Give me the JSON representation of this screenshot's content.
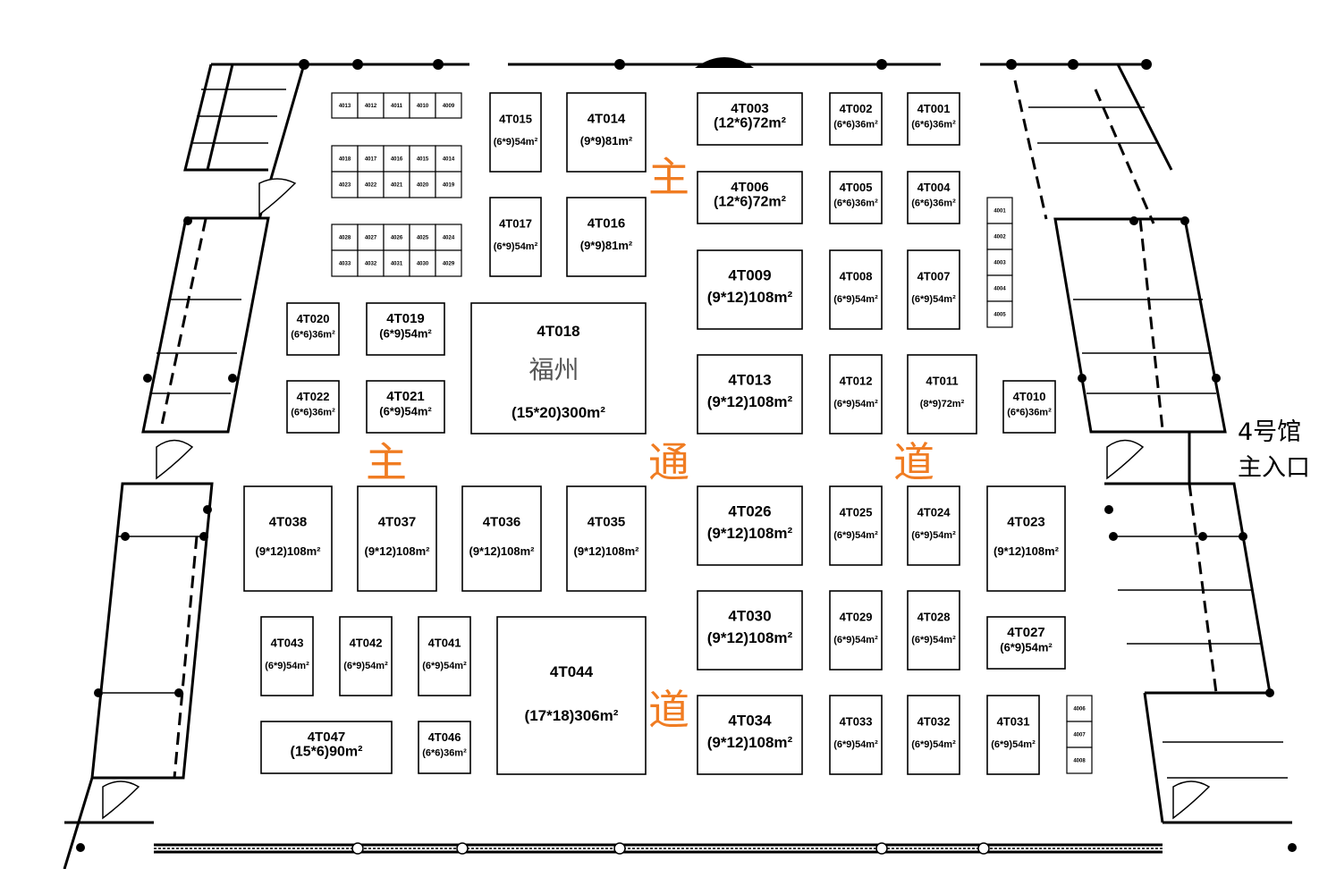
{
  "hall_label": [
    "4号馆",
    "主入口"
  ],
  "aisle_chars": [
    {
      "text": "主"
    },
    {
      "text": "主"
    },
    {
      "text": "通"
    },
    {
      "text": "道"
    },
    {
      "text": "道"
    }
  ],
  "booths": [
    {
      "id": "4T015",
      "size": "(6*9)54m²"
    },
    {
      "id": "4T014",
      "size": "(9*9)81m²"
    },
    {
      "id": "4T017",
      "size": "(6*9)54m²"
    },
    {
      "id": "4T016",
      "size": "(9*9)81m²"
    },
    {
      "id": "4T003",
      "size": "(12*6)72m²"
    },
    {
      "id": "4T002",
      "size": "(6*6)36m²"
    },
    {
      "id": "4T001",
      "size": "(6*6)36m²"
    },
    {
      "id": "4T006",
      "size": "(12*6)72m²"
    },
    {
      "id": "4T005",
      "size": "(6*6)36m²"
    },
    {
      "id": "4T004",
      "size": "(6*6)36m²"
    },
    {
      "id": "4T009",
      "size": "(9*12)108m²"
    },
    {
      "id": "4T008",
      "size": "(6*9)54m²"
    },
    {
      "id": "4T007",
      "size": "(6*9)54m²"
    },
    {
      "id": "4T020",
      "size": "(6*6)36m²"
    },
    {
      "id": "4T019",
      "size": "(6*9)54m²"
    },
    {
      "id": "4T018",
      "city": "福州",
      "size": "(15*20)300m²"
    },
    {
      "id": "4T013",
      "size": "(9*12)108m²"
    },
    {
      "id": "4T012",
      "size": "(6*9)54m²"
    },
    {
      "id": "4T011",
      "size": "(8*9)72m²"
    },
    {
      "id": "4T010",
      "size": "(6*6)36m²"
    },
    {
      "id": "4T022",
      "size": "(6*6)36m²"
    },
    {
      "id": "4T021",
      "size": "(6*9)54m²"
    },
    {
      "id": "4T038",
      "size": "(9*12)108m²"
    },
    {
      "id": "4T037",
      "size": "(9*12)108m²"
    },
    {
      "id": "4T036",
      "size": "(9*12)108m²"
    },
    {
      "id": "4T035",
      "size": "(9*12)108m²"
    },
    {
      "id": "4T026",
      "size": "(9*12)108m²"
    },
    {
      "id": "4T025",
      "size": "(6*9)54m²"
    },
    {
      "id": "4T024",
      "size": "(6*9)54m²"
    },
    {
      "id": "4T023",
      "size": "(9*12)108m²"
    },
    {
      "id": "4T043",
      "size": "(6*9)54m²"
    },
    {
      "id": "4T042",
      "size": "(6*9)54m²"
    },
    {
      "id": "4T041",
      "size": "(6*9)54m²"
    },
    {
      "id": "4T044",
      "size": "(17*18)306m²"
    },
    {
      "id": "4T030",
      "size": "(9*12)108m²"
    },
    {
      "id": "4T029",
      "size": "(6*9)54m²"
    },
    {
      "id": "4T028",
      "size": "(6*9)54m²"
    },
    {
      "id": "4T027",
      "size": "(6*9)54m²"
    },
    {
      "id": "4T047",
      "size": "(15*6)90m²"
    },
    {
      "id": "4T046",
      "size": "(6*6)36m²"
    },
    {
      "id": "4T034",
      "size": "(9*12)108m²"
    },
    {
      "id": "4T033",
      "size": "(6*9)54m²"
    },
    {
      "id": "4T032",
      "size": "(6*9)54m²"
    },
    {
      "id": "4T031",
      "size": "(6*9)54m²"
    }
  ],
  "standard_grids": [
    {
      "rows": [
        [
          "4013",
          "4012",
          "4011",
          "4010",
          "4009"
        ]
      ]
    },
    {
      "rows": [
        [
          "4018",
          "4017",
          "4016",
          "4015",
          "4014"
        ],
        [
          "4023",
          "4022",
          "4021",
          "4020",
          "4019"
        ]
      ]
    },
    {
      "rows": [
        [
          "4028",
          "4027",
          "4026",
          "4025",
          "4024"
        ],
        [
          "4033",
          "4032",
          "4031",
          "4030",
          "4029"
        ]
      ]
    },
    {
      "rows": [
        [
          "4001"
        ],
        [
          "4002"
        ],
        [
          "4003"
        ],
        [
          "4004"
        ],
        [
          "4005"
        ]
      ]
    },
    {
      "rows": [
        [
          "4006"
        ],
        [
          "4007"
        ],
        [
          "4008"
        ]
      ]
    }
  ]
}
